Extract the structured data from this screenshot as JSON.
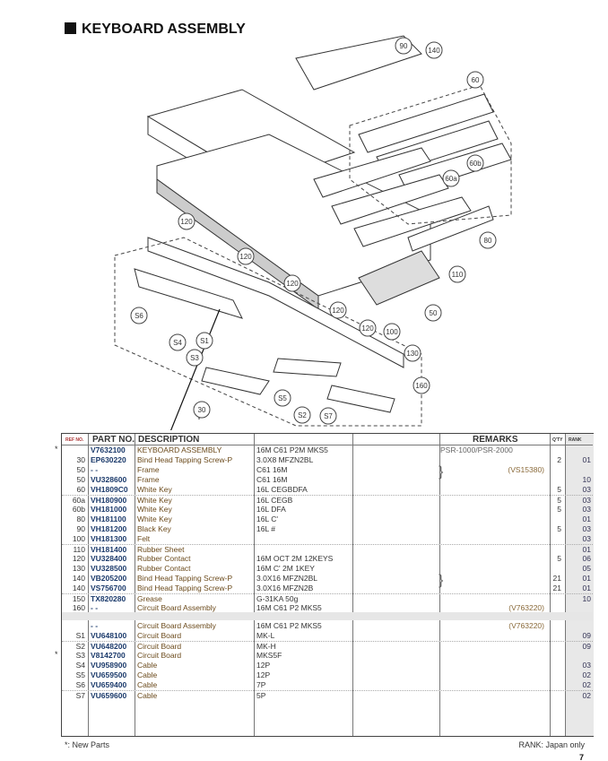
{
  "title": "KEYBOARD ASSEMBLY",
  "table": {
    "headers": {
      "ref": "REF NO.",
      "part": "PART NO.",
      "desc": "DESCRIPTION",
      "remarks": "REMARKS",
      "qty": "Q'TY",
      "rank": "RANK"
    },
    "rows": [
      {
        "ref": "",
        "part": "V7632100",
        "desc": "KEYBOARD ASSEMBLY",
        "spec": "16M C61 P2M MKS5",
        "rem": "PSR-1000/PSR-2000",
        "qty": "",
        "rank": "",
        "new": true
      },
      {
        "ref": "30",
        "part": "EP630220",
        "desc": "Bind Head Tapping Screw-P",
        "spec": "3.0X8   MFZN2BL",
        "rem": "",
        "qty": "2",
        "rank": "01"
      },
      {
        "ref": "50",
        "part": "- -",
        "desc": "Frame",
        "spec": "C61 16M",
        "rem": "(VS15380)",
        "qty": "",
        "rank": ""
      },
      {
        "ref": "50",
        "part": "VU328600",
        "desc": "Frame",
        "spec": "C61 16M",
        "rem": "",
        "qty": "",
        "rank": "10"
      },
      {
        "ref": "60",
        "part": "VH1809C0",
        "desc": "White Key",
        "spec": "16L  CEGBDFA",
        "rem": "",
        "qty": "5",
        "rank": "03"
      },
      {
        "ref": "60a",
        "part": "VH180900",
        "desc": "White Key",
        "spec": "16L  CEGB",
        "rem": "",
        "qty": "5",
        "rank": "03",
        "dot": true
      },
      {
        "ref": "60b",
        "part": "VH181000",
        "desc": "White Key",
        "spec": "16L  DFA",
        "rem": "",
        "qty": "5",
        "rank": "03"
      },
      {
        "ref": "80",
        "part": "VH181100",
        "desc": "White Key",
        "spec": "16L  C'",
        "rem": "",
        "qty": "",
        "rank": "01"
      },
      {
        "ref": "90",
        "part": "VH181200",
        "desc": "Black Key",
        "spec": "16L  #",
        "rem": "",
        "qty": "5",
        "rank": "03"
      },
      {
        "ref": "100",
        "part": "VH181300",
        "desc": "Felt",
        "spec": "",
        "rem": "",
        "qty": "",
        "rank": "03"
      },
      {
        "ref": "110",
        "part": "VH181400",
        "desc": "Rubber Sheet",
        "spec": "",
        "rem": "",
        "qty": "",
        "rank": "01",
        "dot": true
      },
      {
        "ref": "120",
        "part": "VU328400",
        "desc": "Rubber Contact",
        "spec": "16M OCT 2M 12KEYS",
        "rem": "",
        "qty": "5",
        "rank": "06"
      },
      {
        "ref": "130",
        "part": "VU328500",
        "desc": "Rubber Contact",
        "spec": "16M  C' 2M  1KEY",
        "rem": "",
        "qty": "",
        "rank": "05"
      },
      {
        "ref": "140",
        "part": "VB205200",
        "desc": "Bind Head Tapping Screw-P",
        "spec": "3.0X16  MFZN2BL",
        "rem": "",
        "qty": "21",
        "rank": "01"
      },
      {
        "ref": "140",
        "part": "VS756700",
        "desc": "Bind Head Tapping Screw-P",
        "spec": "3.0X16  MFZN2B",
        "rem": "",
        "qty": "21",
        "rank": "01"
      },
      {
        "ref": "150",
        "part": "TX820280",
        "desc": "Grease",
        "spec": "G-31KA  50g",
        "rem": "",
        "qty": "",
        "rank": "10",
        "dot": true
      },
      {
        "ref": "160",
        "part": "- -",
        "desc": "Circuit Board Assembly",
        "spec": "16M C61 P2 MKS5",
        "rem": "(V763220)",
        "qty": "",
        "rank": ""
      },
      {
        "ref": "",
        "part": "- -",
        "desc": "Circuit Board Assembly",
        "spec": "16M C61 P2 MKS5",
        "rem": "(V763220)",
        "qty": "",
        "rank": ""
      },
      {
        "ref": "S1",
        "part": "VU648100",
        "desc": "Circuit Board",
        "spec": "MK-L",
        "rem": "",
        "qty": "",
        "rank": "09"
      },
      {
        "ref": "S2",
        "part": "VU648200",
        "desc": "Circuit Board",
        "spec": "MK-H",
        "rem": "",
        "qty": "",
        "rank": "09",
        "dot": true
      },
      {
        "ref": "S3",
        "part": "V8142700",
        "desc": "Circuit Board",
        "spec": "MKS5F",
        "rem": "",
        "qty": "",
        "rank": "",
        "new": true
      },
      {
        "ref": "S4",
        "part": "VU958900",
        "desc": "Cable",
        "spec": "12P",
        "rem": "",
        "qty": "",
        "rank": "03"
      },
      {
        "ref": "S5",
        "part": "VU659500",
        "desc": "Cable",
        "spec": "12P",
        "rem": "",
        "qty": "",
        "rank": "02"
      },
      {
        "ref": "S6",
        "part": "VU659400",
        "desc": "Cable",
        "spec": "7P",
        "rem": "",
        "qty": "",
        "rank": "02"
      },
      {
        "ref": "S7",
        "part": "VU659600",
        "desc": "Cable",
        "spec": "5P",
        "rem": "",
        "qty": "",
        "rank": "02",
        "dot": true
      }
    ]
  },
  "callouts": [
    "90",
    "140",
    "60",
    "60b",
    "60a",
    "80",
    "120",
    "120",
    "120",
    "120",
    "120",
    "110",
    "50",
    "100",
    "130",
    "160",
    "S6",
    "S4",
    "S1",
    "S3",
    "S5",
    "S2",
    "S7",
    "30"
  ],
  "new_marker": "*",
  "footer": {
    "legend": "*: New Parts",
    "rank_note": "RANK: Japan only",
    "page": "7"
  }
}
